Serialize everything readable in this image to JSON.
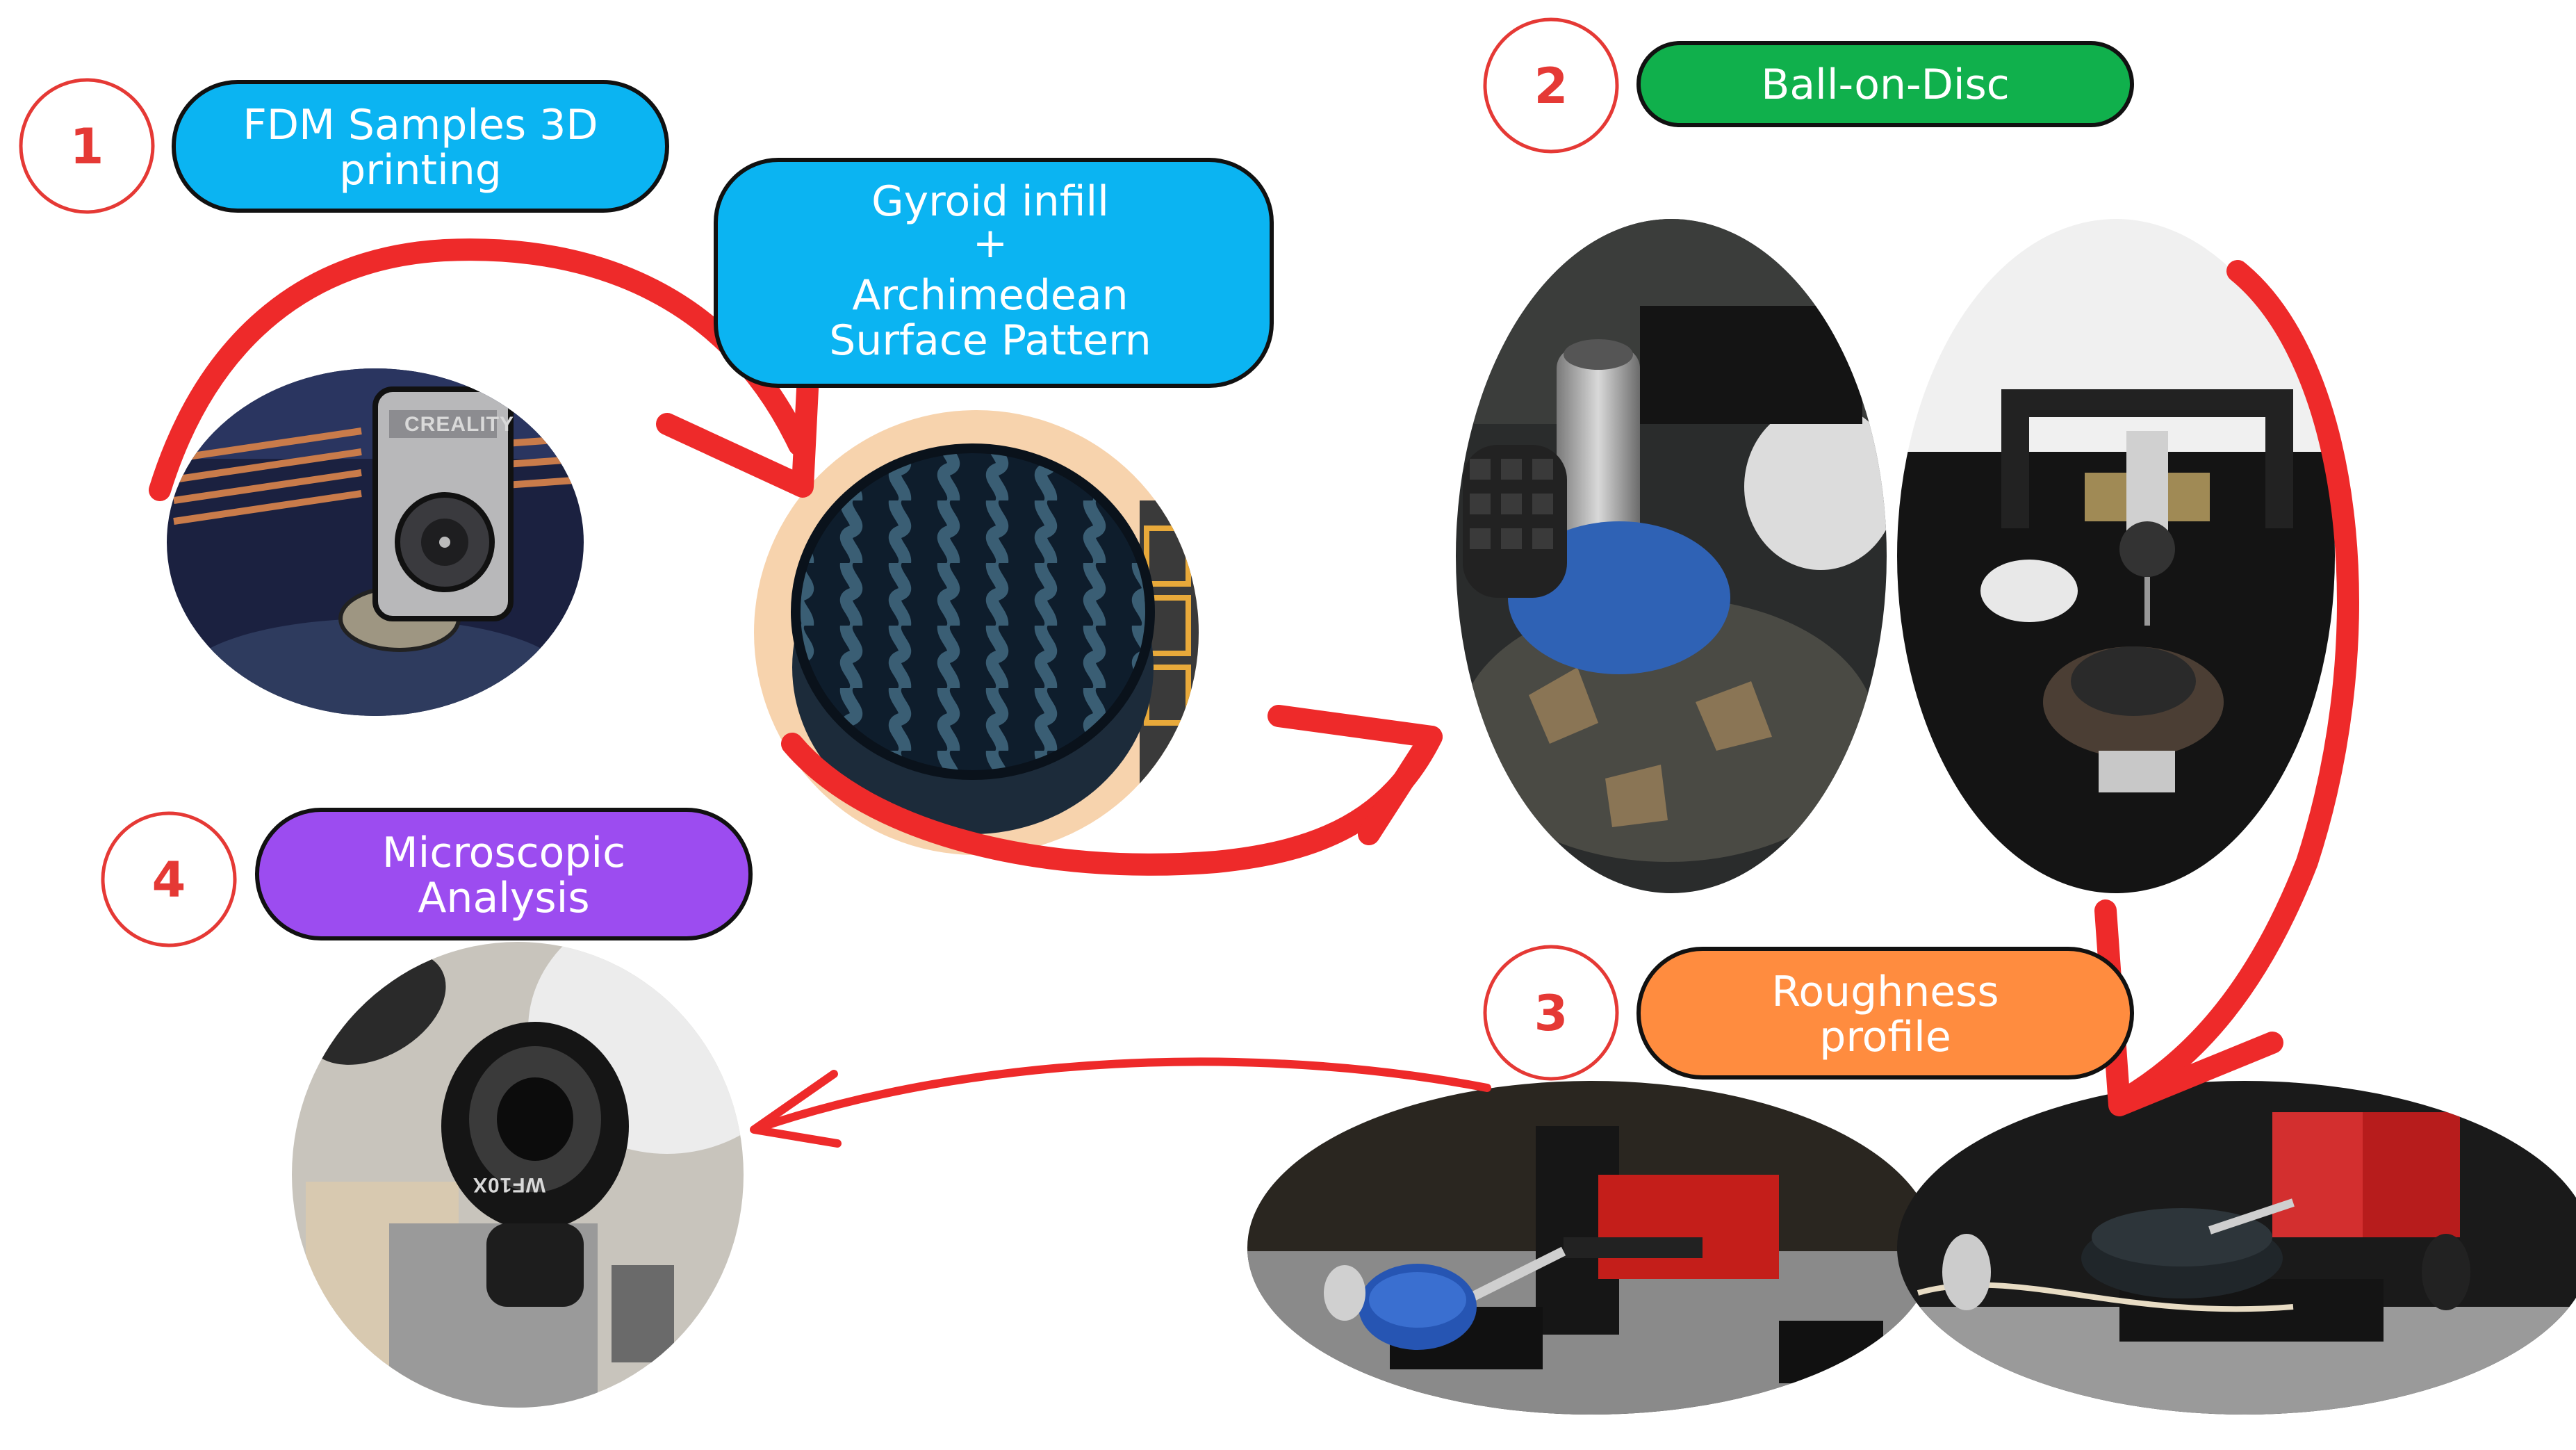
{
  "steps": [
    {
      "number": "1",
      "label_lines": [
        "FDM Samples 3D",
        "printing"
      ],
      "color": "#0bb4f2"
    },
    {
      "number": "2",
      "label_lines": [
        "Ball-on-Disc"
      ],
      "color": "#10b04c"
    },
    {
      "number": "3",
      "label_lines": [
        "Roughness",
        "profile"
      ],
      "color": "#ff8c3f"
    },
    {
      "number": "4",
      "label_lines": [
        "Microscopic",
        "Analysis"
      ],
      "color": "#9c4cf0"
    }
  ],
  "infill_label": {
    "lines": [
      "Gyroid infill",
      "+",
      "Archimedean",
      "Surface Pattern"
    ],
    "color": "#0bb4f2"
  },
  "printer_brand": "CREALITY",
  "eyepiece_marking": "WF10X",
  "colors": {
    "arrow": "#ee2a2a",
    "number_ring": "#e53935",
    "pill_outline": "#111111"
  },
  "icons": [
    "3d-printer-photo",
    "gyroid-sample-photo",
    "tribometer-photo",
    "profilometer-photo",
    "microscope-photo"
  ]
}
